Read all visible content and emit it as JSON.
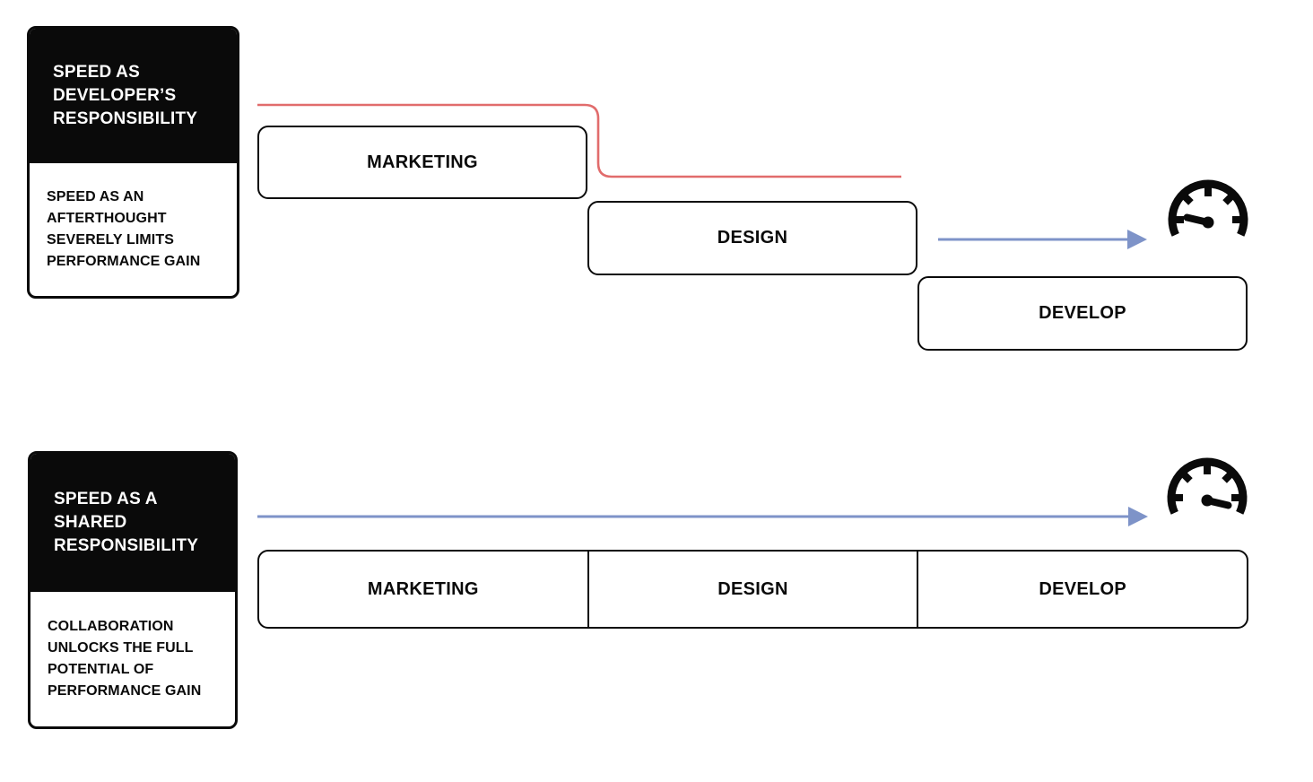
{
  "colors": {
    "canvas_bg": "#ffffff",
    "ink": "#0a0a0a",
    "card_header_bg": "#0a0a0a",
    "card_header_text": "#ffffff",
    "red_line": "#e16c6c",
    "blue_arrow": "#7e93c8"
  },
  "scenario_waterfall": {
    "card": {
      "title": "SPEED AS DEVELOPER’S RESPONSIBILITY",
      "subtitle": "SPEED AS AN AFTERTHOUGHT SEVERELY LIMITS PERFORMANCE GAIN"
    },
    "phases": [
      {
        "label": "MARKETING"
      },
      {
        "label": "DESIGN"
      },
      {
        "label": "DEVELOP"
      }
    ],
    "speedometer": {
      "icon": "speedometer-slow-icon",
      "needle_direction": "left"
    }
  },
  "scenario_shared": {
    "card": {
      "title": "SPEED AS A SHARED RESPONSIBILITY",
      "subtitle": "COLLABORATION UNLOCKS THE FULL POTENTIAL OF PERFORMANCE GAIN"
    },
    "phases": [
      {
        "label": "MARKETING"
      },
      {
        "label": "DESIGN"
      },
      {
        "label": "DEVELOP"
      }
    ],
    "speedometer": {
      "icon": "speedometer-fast-icon",
      "needle_direction": "right"
    }
  }
}
